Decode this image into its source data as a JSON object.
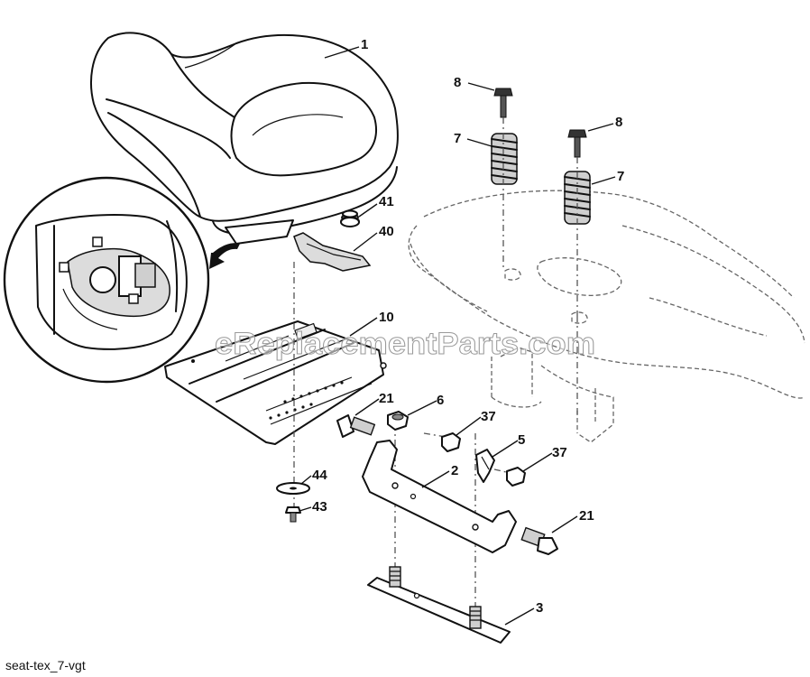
{
  "caption": "seat-tex_7-vgt",
  "watermark": "eReplacementParts.com",
  "callouts": [
    {
      "id": "c1",
      "label": "1"
    },
    {
      "id": "c8a",
      "label": "8"
    },
    {
      "id": "c8b",
      "label": "8"
    },
    {
      "id": "c7a",
      "label": "7"
    },
    {
      "id": "c7b",
      "label": "7"
    },
    {
      "id": "c41",
      "label": "41"
    },
    {
      "id": "c40",
      "label": "40"
    },
    {
      "id": "c10",
      "label": "10"
    },
    {
      "id": "c21a",
      "label": "21"
    },
    {
      "id": "c6",
      "label": "6"
    },
    {
      "id": "c37a",
      "label": "37"
    },
    {
      "id": "c5",
      "label": "5"
    },
    {
      "id": "c37b",
      "label": "37"
    },
    {
      "id": "c2",
      "label": "2"
    },
    {
      "id": "c44",
      "label": "44"
    },
    {
      "id": "c43",
      "label": "43"
    },
    {
      "id": "c21b",
      "label": "21"
    },
    {
      "id": "c3",
      "label": "3"
    }
  ]
}
